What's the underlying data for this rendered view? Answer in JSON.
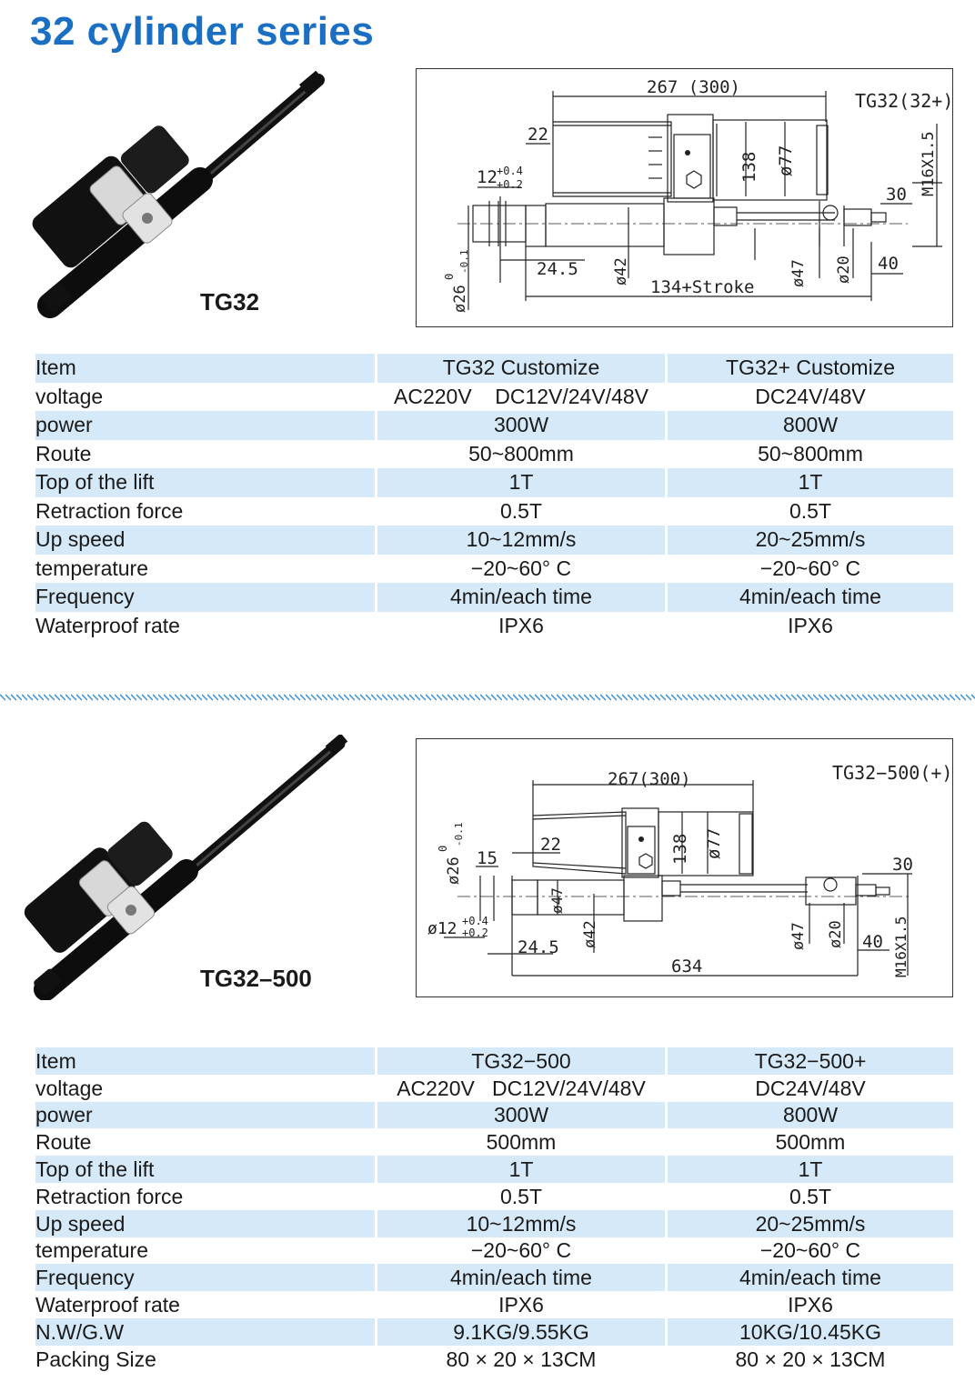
{
  "page_title": "32 cylinder series",
  "colors": {
    "title": "#1a6fc2",
    "row_shade": "#d6e9f8",
    "divider": "#3a8fd8"
  },
  "section1": {
    "model_label": "TG32",
    "drawing": {
      "tag": "TG32(32+)",
      "dim_total": "267 (300)",
      "dim_22": "22",
      "dim_tol_base": "12",
      "dim_tol_up": "+0.4",
      "dim_tol_low": "+0.2",
      "dim_138": "138",
      "dim_77": "ø77",
      "dim_30": "30",
      "dim_thread": "M16X1.5",
      "dim_40": "40",
      "dim_245": "24.5",
      "dim_42": "ø42",
      "dim_stroke": "134+Stroke",
      "dim_47": "ø47",
      "dim_20": "ø20",
      "dim_26": "ø26",
      "dim_26_sup": "0",
      "dim_26_sub": "-0.1"
    },
    "table": {
      "header": [
        "Item",
        "TG32 Customize",
        "TG32+ Customize"
      ],
      "rows": [
        [
          "voltage",
          "AC220V    DC12V/24V/48V",
          "DC24V/48V"
        ],
        [
          "power",
          "300W",
          "800W"
        ],
        [
          "Route",
          "50~800mm",
          "50~800mm"
        ],
        [
          "Top of the lift",
          "1T",
          "1T"
        ],
        [
          "Retraction force",
          "0.5T",
          "0.5T"
        ],
        [
          "Up speed",
          "10~12mm/s",
          "20~25mm/s"
        ],
        [
          "temperature",
          "−20~60° C",
          "−20~60° C"
        ],
        [
          "Frequency",
          "4min/each time",
          "4min/each time"
        ],
        [
          "Waterproof rate",
          "IPX6",
          "IPX6"
        ]
      ]
    }
  },
  "section2": {
    "model_label": "TG32–500",
    "drawing": {
      "tag": "TG32−500(+)",
      "dim_total": "267(300)",
      "dim_22": "22",
      "dim_15": "15",
      "dim_138": "138",
      "dim_77": "ø77",
      "dim_30": "30",
      "dim_47a": "ø47",
      "dim_tol_base": "ø12",
      "dim_tol_up": "+0.4",
      "dim_tol_low": "+0.2",
      "dim_245": "24.5",
      "dim_42": "ø42",
      "dim_47": "ø47",
      "dim_20": "ø20",
      "dim_40": "40",
      "dim_thread": "M16X1.5",
      "dim_634": "634",
      "dim_26": "ø26",
      "dim_26_sup": "0",
      "dim_26_sub": "-0.1"
    },
    "table": {
      "header": [
        "Item",
        "TG32−500",
        "TG32−500+"
      ],
      "rows": [
        [
          "voltage",
          "AC220V   DC12V/24V/48V",
          "DC24V/48V"
        ],
        [
          "power",
          "300W",
          "800W"
        ],
        [
          "Route",
          "500mm",
          "500mm"
        ],
        [
          "Top of the lift",
          "1T",
          "1T"
        ],
        [
          "Retraction force",
          "0.5T",
          "0.5T"
        ],
        [
          "Up speed",
          "10~12mm/s",
          "20~25mm/s"
        ],
        [
          "temperature",
          "−20~60° C",
          "−20~60° C"
        ],
        [
          "Frequency",
          "4min/each time",
          "4min/each time"
        ],
        [
          "Waterproof rate",
          "IPX6",
          "IPX6"
        ],
        [
          "N.W/G.W",
          "9.1KG/9.55KG",
          "10KG/10.45KG"
        ],
        [
          "Packing Size",
          "80 × 20 × 13CM",
          "80 × 20 × 13CM"
        ]
      ]
    }
  }
}
